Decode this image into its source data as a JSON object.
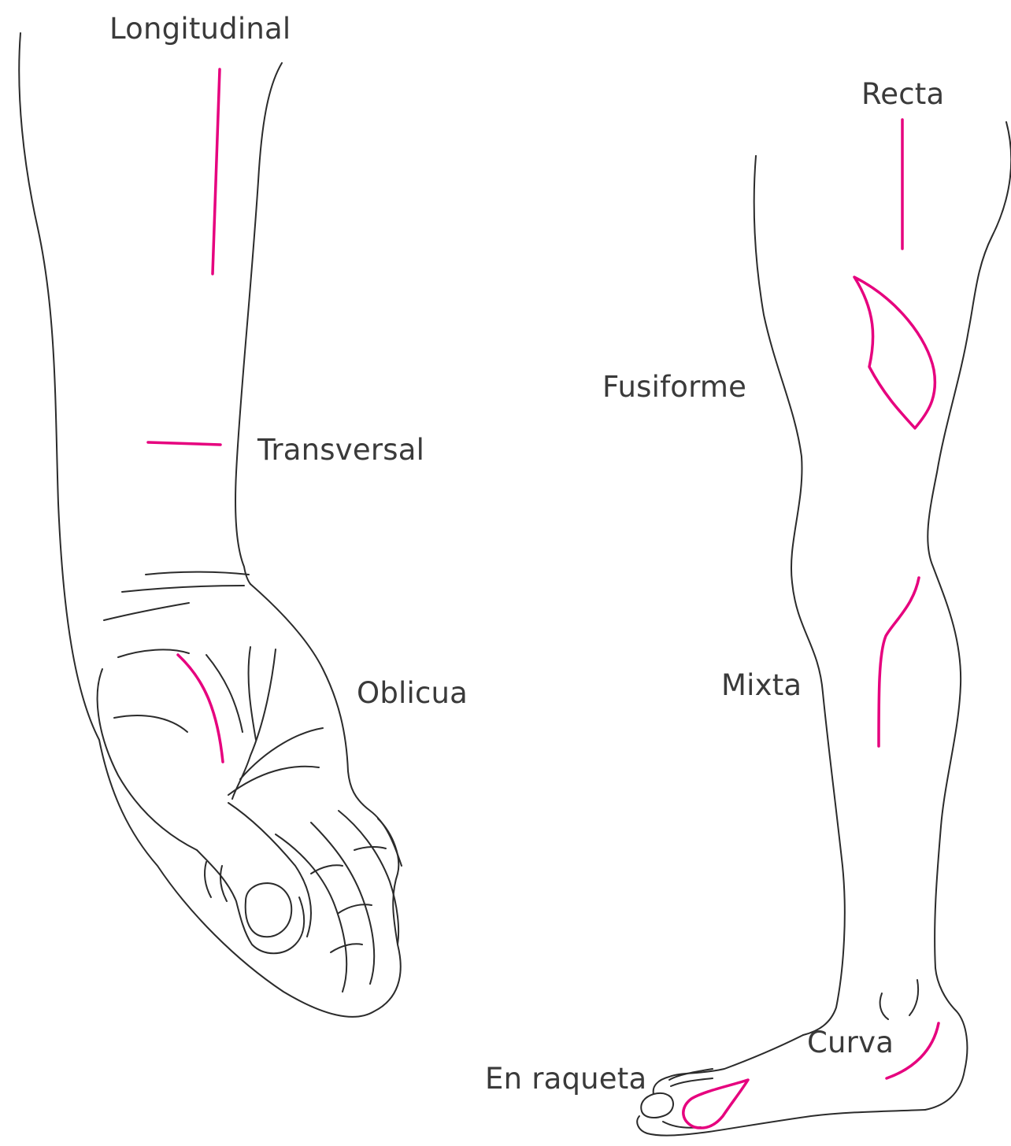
{
  "figure": {
    "labels": {
      "longitudinal": "Longitudinal",
      "transversal": "Transversal",
      "oblicua": "Oblicua",
      "recta": "Recta",
      "fusiforme": "Fusiforme",
      "mixta": "Mixta",
      "curva": "Curva",
      "en_raqueta": "En raqueta"
    },
    "colors": {
      "incision": "#e6007e",
      "outline": "#2b2b2b",
      "label_text": "#3a3a3a",
      "background": "#ffffff"
    }
  }
}
